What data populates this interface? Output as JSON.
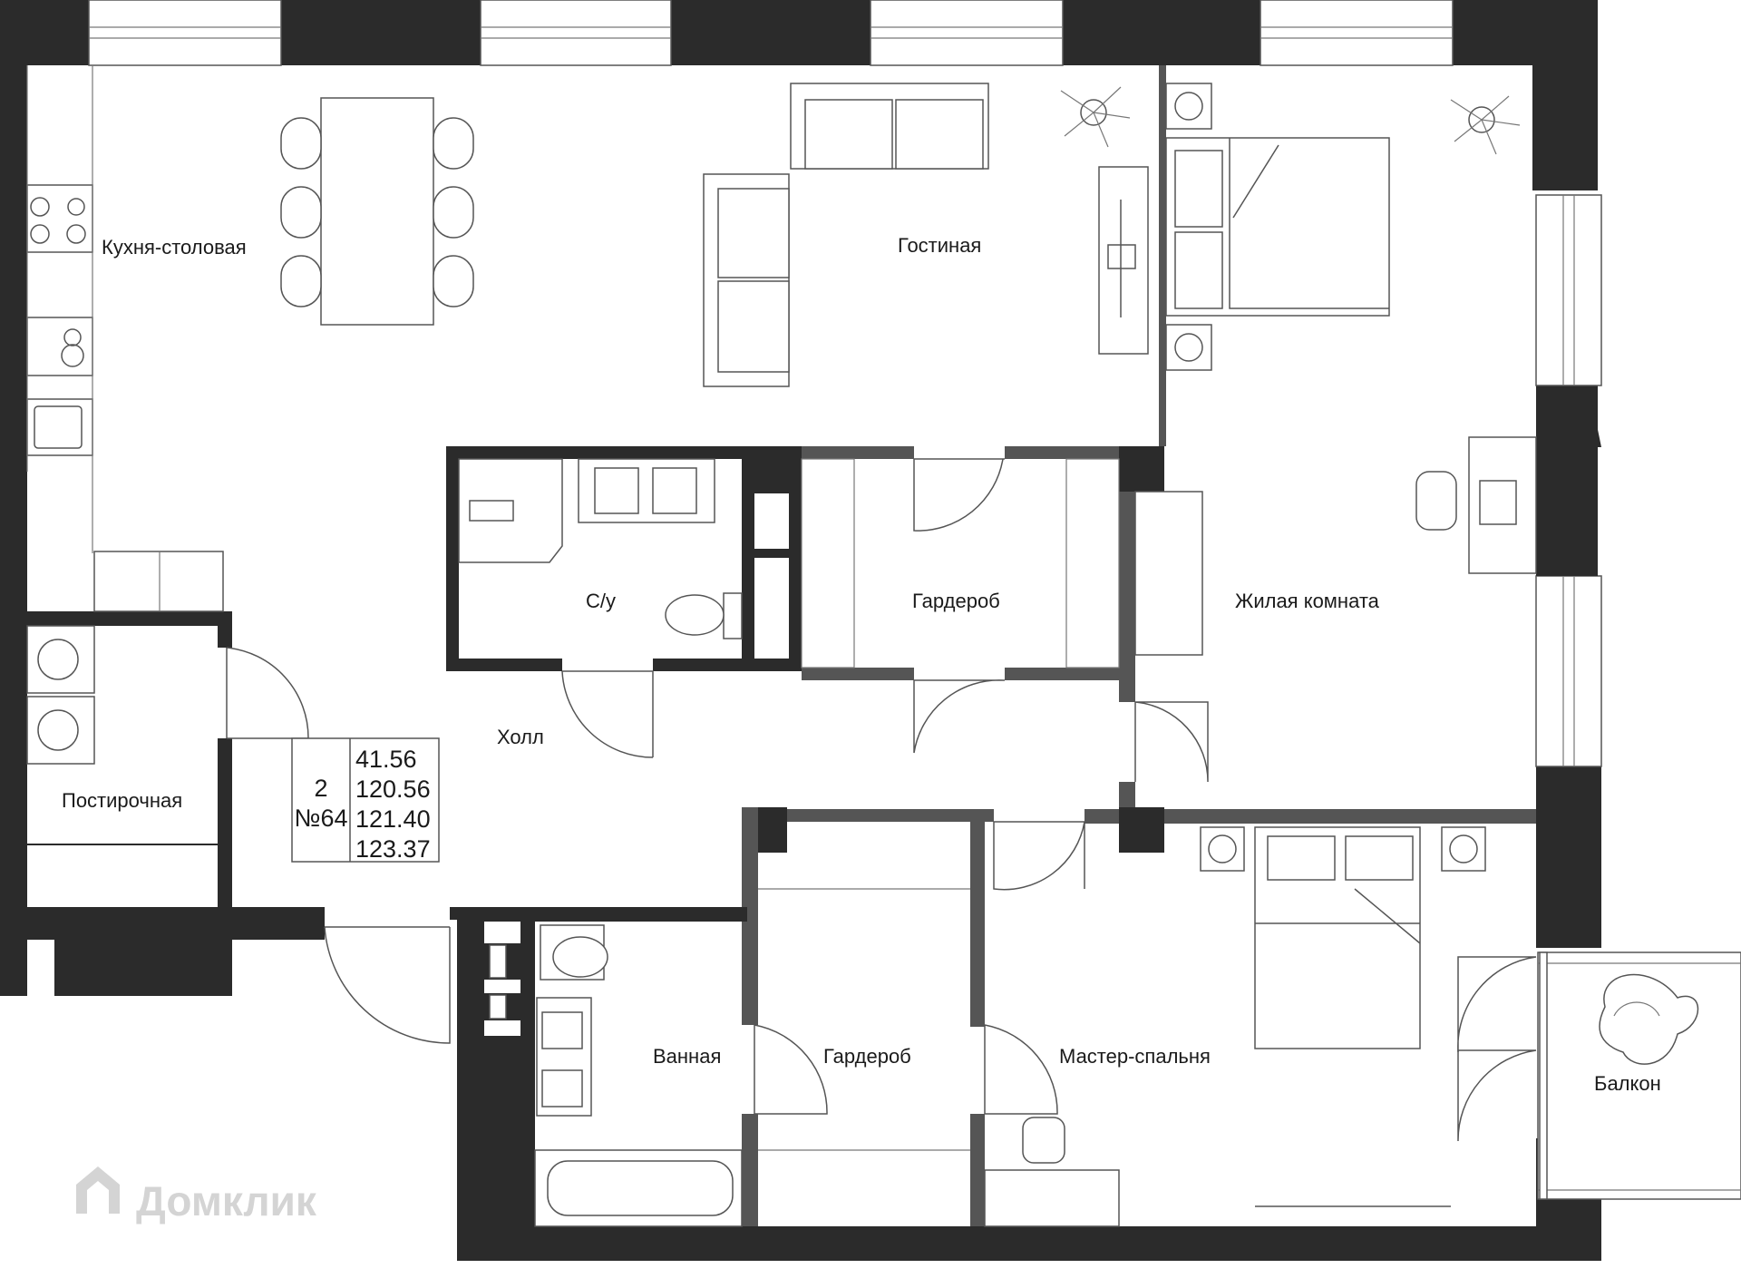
{
  "rooms": {
    "kitchen": "Кухня-столовая",
    "living": "Гостиная",
    "bedroom": "Жилая комната",
    "wc": "С/у",
    "wardrobe_top": "Гардероб",
    "hall": "Холл",
    "laundry": "Постирочная",
    "bathroom": "Ванная",
    "wardrobe_bottom": "Гардероб",
    "master": "Мастер-спальня",
    "balcony": "Балкон"
  },
  "info": {
    "rooms_count": "2",
    "apartment_number": "№64",
    "living_area": "41.56",
    "area_1": "120.56",
    "area_2": "121.40",
    "area_3": "123.37"
  },
  "watermark": "Домклик",
  "colors": {
    "wall": "#2b2b2b",
    "partition": "#555555",
    "background": "#ffffff"
  }
}
